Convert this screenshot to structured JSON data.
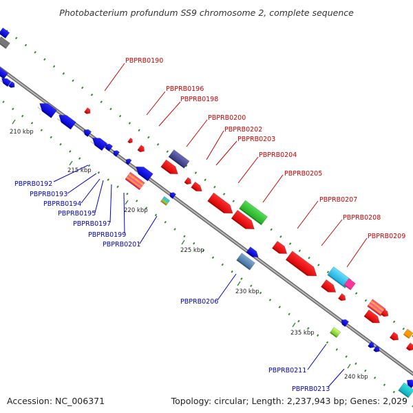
{
  "title": "Photobacterium profundum SS9 chromosome 2, complete sequence",
  "accession": "Accession: NC_006371",
  "topology": "Topology: circular; Length: 2,237,943 bp; Genes: 2,029",
  "colors": {
    "backbone": "#8f8f8f",
    "forward_label": "#cc0000",
    "reverse_label": "#0000bb",
    "tick": "#2e8b2e"
  },
  "ticks": [
    {
      "label": "210 kbp",
      "pos": 210
    },
    {
      "label": "215 kbp",
      "pos": 215
    },
    {
      "label": "220 kbp",
      "pos": 220
    },
    {
      "label": "225 kbp",
      "pos": 225
    },
    {
      "label": "230 kbp",
      "pos": 230
    },
    {
      "label": "235 kbp",
      "pos": 235
    },
    {
      "label": "240 kbp",
      "pos": 240
    }
  ],
  "forward_labels": [
    "PBPRB0190",
    "PBPRB0196",
    "PBPRB0198",
    "PBPRB0200",
    "PBPRB0202",
    "PBPRB0203",
    "PBPRB0204",
    "PBPRB0205",
    "PBPRB0207",
    "PBPRB0208",
    "PBPRB0209"
  ],
  "reverse_labels": [
    "PBPRB0192",
    "PBPRB0193",
    "PBPRB0194",
    "PBPRB0195",
    "PBPRB0197",
    "PBPRB0199",
    "PBPRB0201",
    "PBPRB0206",
    "PBPRB0211",
    "PBPRB0213"
  ]
}
